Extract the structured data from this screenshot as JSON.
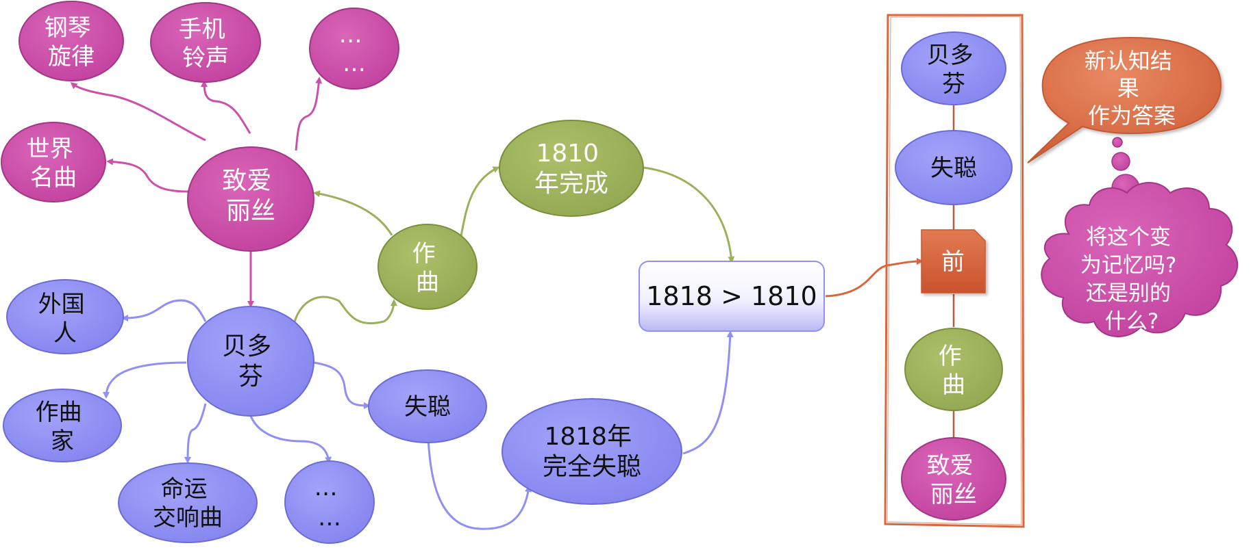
{
  "colors": {
    "pink": "#cc4faa",
    "pink_stroke": "#a33585",
    "blue": "#8f8ff5",
    "blue_stroke": "#6b6bd6",
    "green": "#9bb05a",
    "green_stroke": "#7a8f3c",
    "orange": "#d8663e",
    "orange_stroke": "#c25a36",
    "text_dark": "#111111",
    "text_light": "#ffffff"
  },
  "nodes": {
    "piano": [
      "钢琴",
      "旋律"
    ],
    "ringtone": [
      "手机",
      "铃声"
    ],
    "more_pink": [
      "…",
      "…"
    ],
    "classic": [
      "世界",
      "名曲"
    ],
    "elise": [
      "致爱",
      "丽丝"
    ],
    "compose": [
      "作",
      "曲"
    ],
    "y1810": [
      "1810",
      "年完成"
    ],
    "foreigner": [
      "外国",
      "人"
    ],
    "beethoven": [
      "贝多",
      "芬"
    ],
    "composer": [
      "作曲",
      "家"
    ],
    "destiny": [
      "命运",
      "交响曲"
    ],
    "more_blue": [
      "…",
      "…"
    ],
    "deaf": [
      "失聪"
    ],
    "y1818": [
      "1818年",
      "完全失聪"
    ],
    "compare": "1818 > 1810"
  },
  "chain": {
    "beethoven": [
      "贝多",
      "芬"
    ],
    "deaf": [
      "失聪"
    ],
    "before": "前",
    "compose": [
      "作",
      "曲"
    ],
    "elise": [
      "致爱",
      "丽丝"
    ]
  },
  "speech_bubble": [
    "新认知结",
    "果",
    "作为答案"
  ],
  "thought_cloud": [
    "将这个变",
    "为记忆吗?",
    "还是别的",
    "什么?"
  ]
}
